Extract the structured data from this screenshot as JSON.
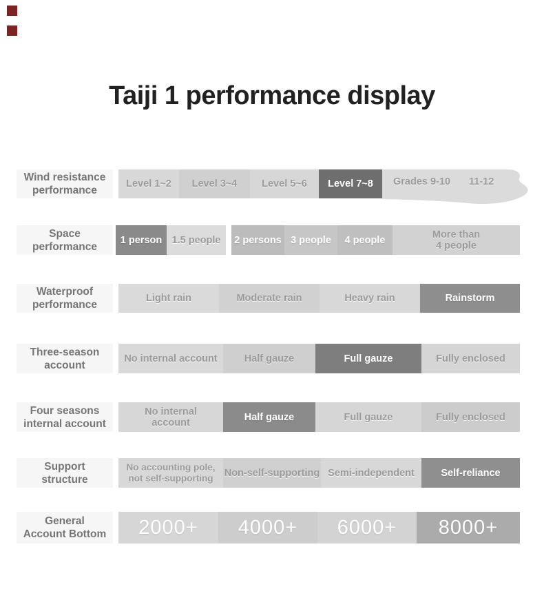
{
  "title": "Taiji 1 performance display",
  "palette": {
    "cell_light": "#d7d7d7",
    "cell_alt": "#d0d0d0",
    "cell_dark": "#7e7e7e",
    "cell_medium": "#bfbfbf",
    "text_muted": "#9b9b9b",
    "text_white": "#ffffff",
    "label_text": "#757575",
    "marker_red": "#7a2424",
    "title_text": "#212121"
  },
  "rows": [
    {
      "label": "Wind resistance\nperformance",
      "cells": [
        {
          "text": "Level 1~2"
        },
        {
          "text": "Level 3~4"
        },
        {
          "text": "Level 5~6"
        },
        {
          "text": "Level 7~8"
        }
      ],
      "wave_labels": {
        "first": "Grades 9-10",
        "second": "11-12"
      }
    },
    {
      "label": "Space\nperformance",
      "cells": [
        {
          "text": "1 person"
        },
        {
          "text": "1.5 people"
        },
        {
          "text": "2 persons"
        },
        {
          "text": "3 people"
        },
        {
          "text": "4 people"
        },
        {
          "text": "More than\n4 people"
        }
      ]
    },
    {
      "label": "Waterproof\nperformance",
      "cells": [
        {
          "text": "Light rain"
        },
        {
          "text": "Moderate rain"
        },
        {
          "text": "Heavy rain"
        },
        {
          "text": "Rainstorm"
        }
      ]
    },
    {
      "label": "Three-season\naccount",
      "cells": [
        {
          "text": "No internal account"
        },
        {
          "text": "Half gauze"
        },
        {
          "text": "Full gauze"
        },
        {
          "text": "Fully enclosed"
        }
      ]
    },
    {
      "label": "Four seasons\ninternal account",
      "cells": [
        {
          "text": "No internal\naccount"
        },
        {
          "text": "Half gauze"
        },
        {
          "text": "Full gauze"
        },
        {
          "text": "Fully enclosed"
        }
      ]
    },
    {
      "label": "Support\nstructure",
      "cells": [
        {
          "text": "No accounting pole,\nnot self-supporting"
        },
        {
          "text": "Non-self-supporting"
        },
        {
          "text": "Semi-independent"
        },
        {
          "text": "Self-reliance"
        }
      ]
    },
    {
      "label": "General\nAccount Bottom",
      "cells": [
        {
          "text": "2000+"
        },
        {
          "text": "4000+"
        },
        {
          "text": "6000+"
        },
        {
          "text": "8000+"
        }
      ]
    }
  ],
  "chart_data": {
    "type": "table",
    "title": "Taiji 1 performance display",
    "legend_position": "none",
    "rows": [
      {
        "category": "Wind resistance performance",
        "options": [
          "Level 1~2",
          "Level 3~4",
          "Level 5~6",
          "Level 7~8",
          "Grades 9-10",
          "11-12"
        ],
        "selected": "Level 7~8"
      },
      {
        "category": "Space performance",
        "options": [
          "1 person",
          "1.5 people",
          "2 persons",
          "3 people",
          "4 people",
          "More than 4 people"
        ],
        "selected": "1 person"
      },
      {
        "category": "Waterproof performance",
        "options": [
          "Light rain",
          "Moderate rain",
          "Heavy rain",
          "Rainstorm"
        ],
        "selected": "Rainstorm"
      },
      {
        "category": "Three-season account",
        "options": [
          "No internal account",
          "Half gauze",
          "Full gauze",
          "Fully enclosed"
        ],
        "selected": "Full gauze"
      },
      {
        "category": "Four seasons internal account",
        "options": [
          "No internal account",
          "Half gauze",
          "Full gauze",
          "Fully enclosed"
        ],
        "selected": "Half gauze"
      },
      {
        "category": "Support structure",
        "options": [
          "No accounting pole, not self-supporting",
          "Non-self-supporting",
          "Semi-independent",
          "Self-reliance"
        ],
        "selected": "Self-reliance"
      },
      {
        "category": "General Account Bottom",
        "options": [
          "2000+",
          "4000+",
          "6000+",
          "8000+"
        ],
        "selected": "8000+"
      }
    ]
  }
}
